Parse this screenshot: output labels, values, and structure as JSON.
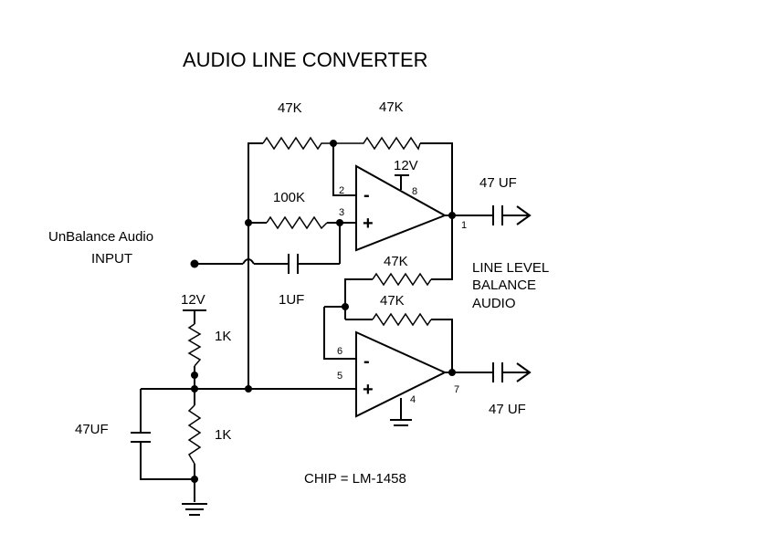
{
  "title": "AUDIO LINE CONVERTER",
  "input_label_line1": "UnBalance Audio",
  "input_label_line2": "INPUT",
  "output_label_line1": "LINE LEVEL",
  "output_label_line2": "BALANCE",
  "output_label_line3": "AUDIO",
  "chip_label": "CHIP = LM-1458",
  "resistors": {
    "r_feedback_in": "47K",
    "r_feedback_top": "47K",
    "r_bias": "100K",
    "r_inv_in": "47K",
    "r_inv_fb": "47K",
    "r_div_top": "1K",
    "r_div_bottom": "1K"
  },
  "capacitors": {
    "c_input": "1UF",
    "c_out_top": "47 UF",
    "c_out_bottom": "47 UF",
    "c_bypass": "47UF"
  },
  "supply": {
    "opamp_v": "12V",
    "divider_v": "12V"
  },
  "pins": {
    "p1": "1",
    "p2": "2",
    "p3": "3",
    "p4": "4",
    "p5": "5",
    "p6": "6",
    "p7": "7",
    "p8": "8"
  },
  "opamp_signs": {
    "minus": "-",
    "plus": "+"
  }
}
